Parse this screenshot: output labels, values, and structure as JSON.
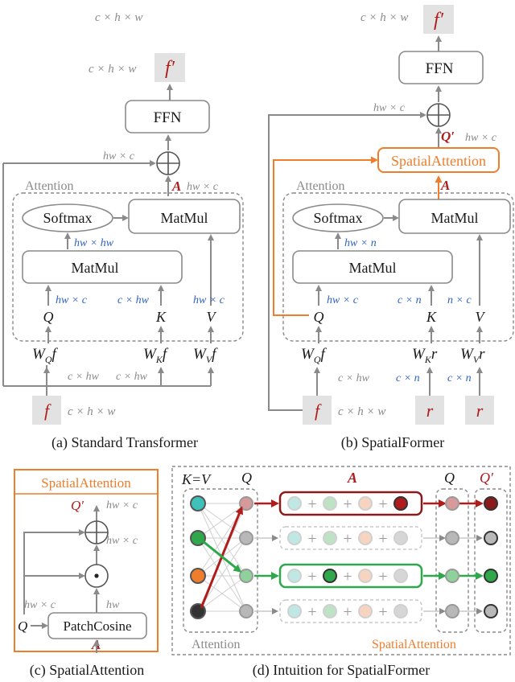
{
  "panel_a": {
    "caption": "(a) Standard Transformer",
    "attention_label": "Attention",
    "ffn": "FFN",
    "softmax": "Softmax",
    "matmul_top": "MatMul",
    "matmul_bottom": "MatMul",
    "out_dim": "c × h × w",
    "out_symbol": "f′",
    "res_dim": "hw × c",
    "a_symbol": "A",
    "a_dim": "hw × c",
    "softmax_dim": "hw × hw",
    "q": "Q",
    "k": "K",
    "v": "V",
    "q_dim": "hw × c",
    "k_dim": "c × hw",
    "v_dim": "hw × c",
    "wq": "W_Q f",
    "wk": "W_K f",
    "wv": "W_V f",
    "wq_main": "W",
    "wq_sub": "Q",
    "wq_tail": "f",
    "wk_main": "W",
    "wk_sub": "K",
    "wk_tail": "f",
    "wv_main": "W",
    "wv_sub": "V",
    "wv_tail": "f",
    "in_dim1": "c × hw",
    "in_dim2": "c × hw",
    "in_symbol": "f",
    "in_dim": "c × h × w"
  },
  "panel_b": {
    "caption": "(b) SpatialFormer",
    "attention_label": "Attention",
    "ffn": "FFN",
    "softmax": "Softmax",
    "matmul_top": "MatMul",
    "matmul_bottom": "MatMul",
    "spatial": "SpatialAttention",
    "out_dim": "c × h × w",
    "out_symbol": "f′",
    "res_dim": "hw × c",
    "qp_symbol": "Q′",
    "qp_dim": "hw × c",
    "a_symbol": "A",
    "softmax_dim": "hw × n",
    "q": "Q",
    "k": "K",
    "v": "V",
    "q_dim": "hw × c",
    "k_dim": "c × n",
    "v_dim": "n × c",
    "wq_main": "W",
    "wq_sub": "Q",
    "wq_tail": "f",
    "wk_main": "W",
    "wk_sub": "K",
    "wk_tail": "r",
    "wv_main": "W",
    "wv_sub": "V",
    "wv_tail": "r",
    "in_dim_f": "c × hw",
    "in_dim_rk": "c × n",
    "in_dim_rv": "c × n",
    "in_symbol_f": "f",
    "in_dim": "c × h × w",
    "in_symbol_r1": "r",
    "in_symbol_r2": "r"
  },
  "panel_c": {
    "caption": "(c) SpatialAttention",
    "title": "SpatialAttention",
    "qp_symbol": "Q′",
    "dim1": "hw × c",
    "dim2": "hw × c",
    "dim3": "hw × c",
    "dim4": "hw",
    "patchcosine": "PatchCosine",
    "q": "Q",
    "a": "A"
  },
  "panel_d": {
    "caption": "(d) Intuition for SpatialFormer",
    "kv": "K=V",
    "q1": "Q",
    "a": "A",
    "q2": "Q",
    "qp": "Q′",
    "attention_label": "Attention",
    "spatial_label": "SpatialAttention",
    "plus": "+"
  },
  "colors": {
    "gray": "#8a8a8a",
    "blue": "#2f63c8",
    "red": "#b01c1c",
    "orange": "#ee7d2c",
    "green": "#2ea84a",
    "teal": "#3ec1b8"
  }
}
